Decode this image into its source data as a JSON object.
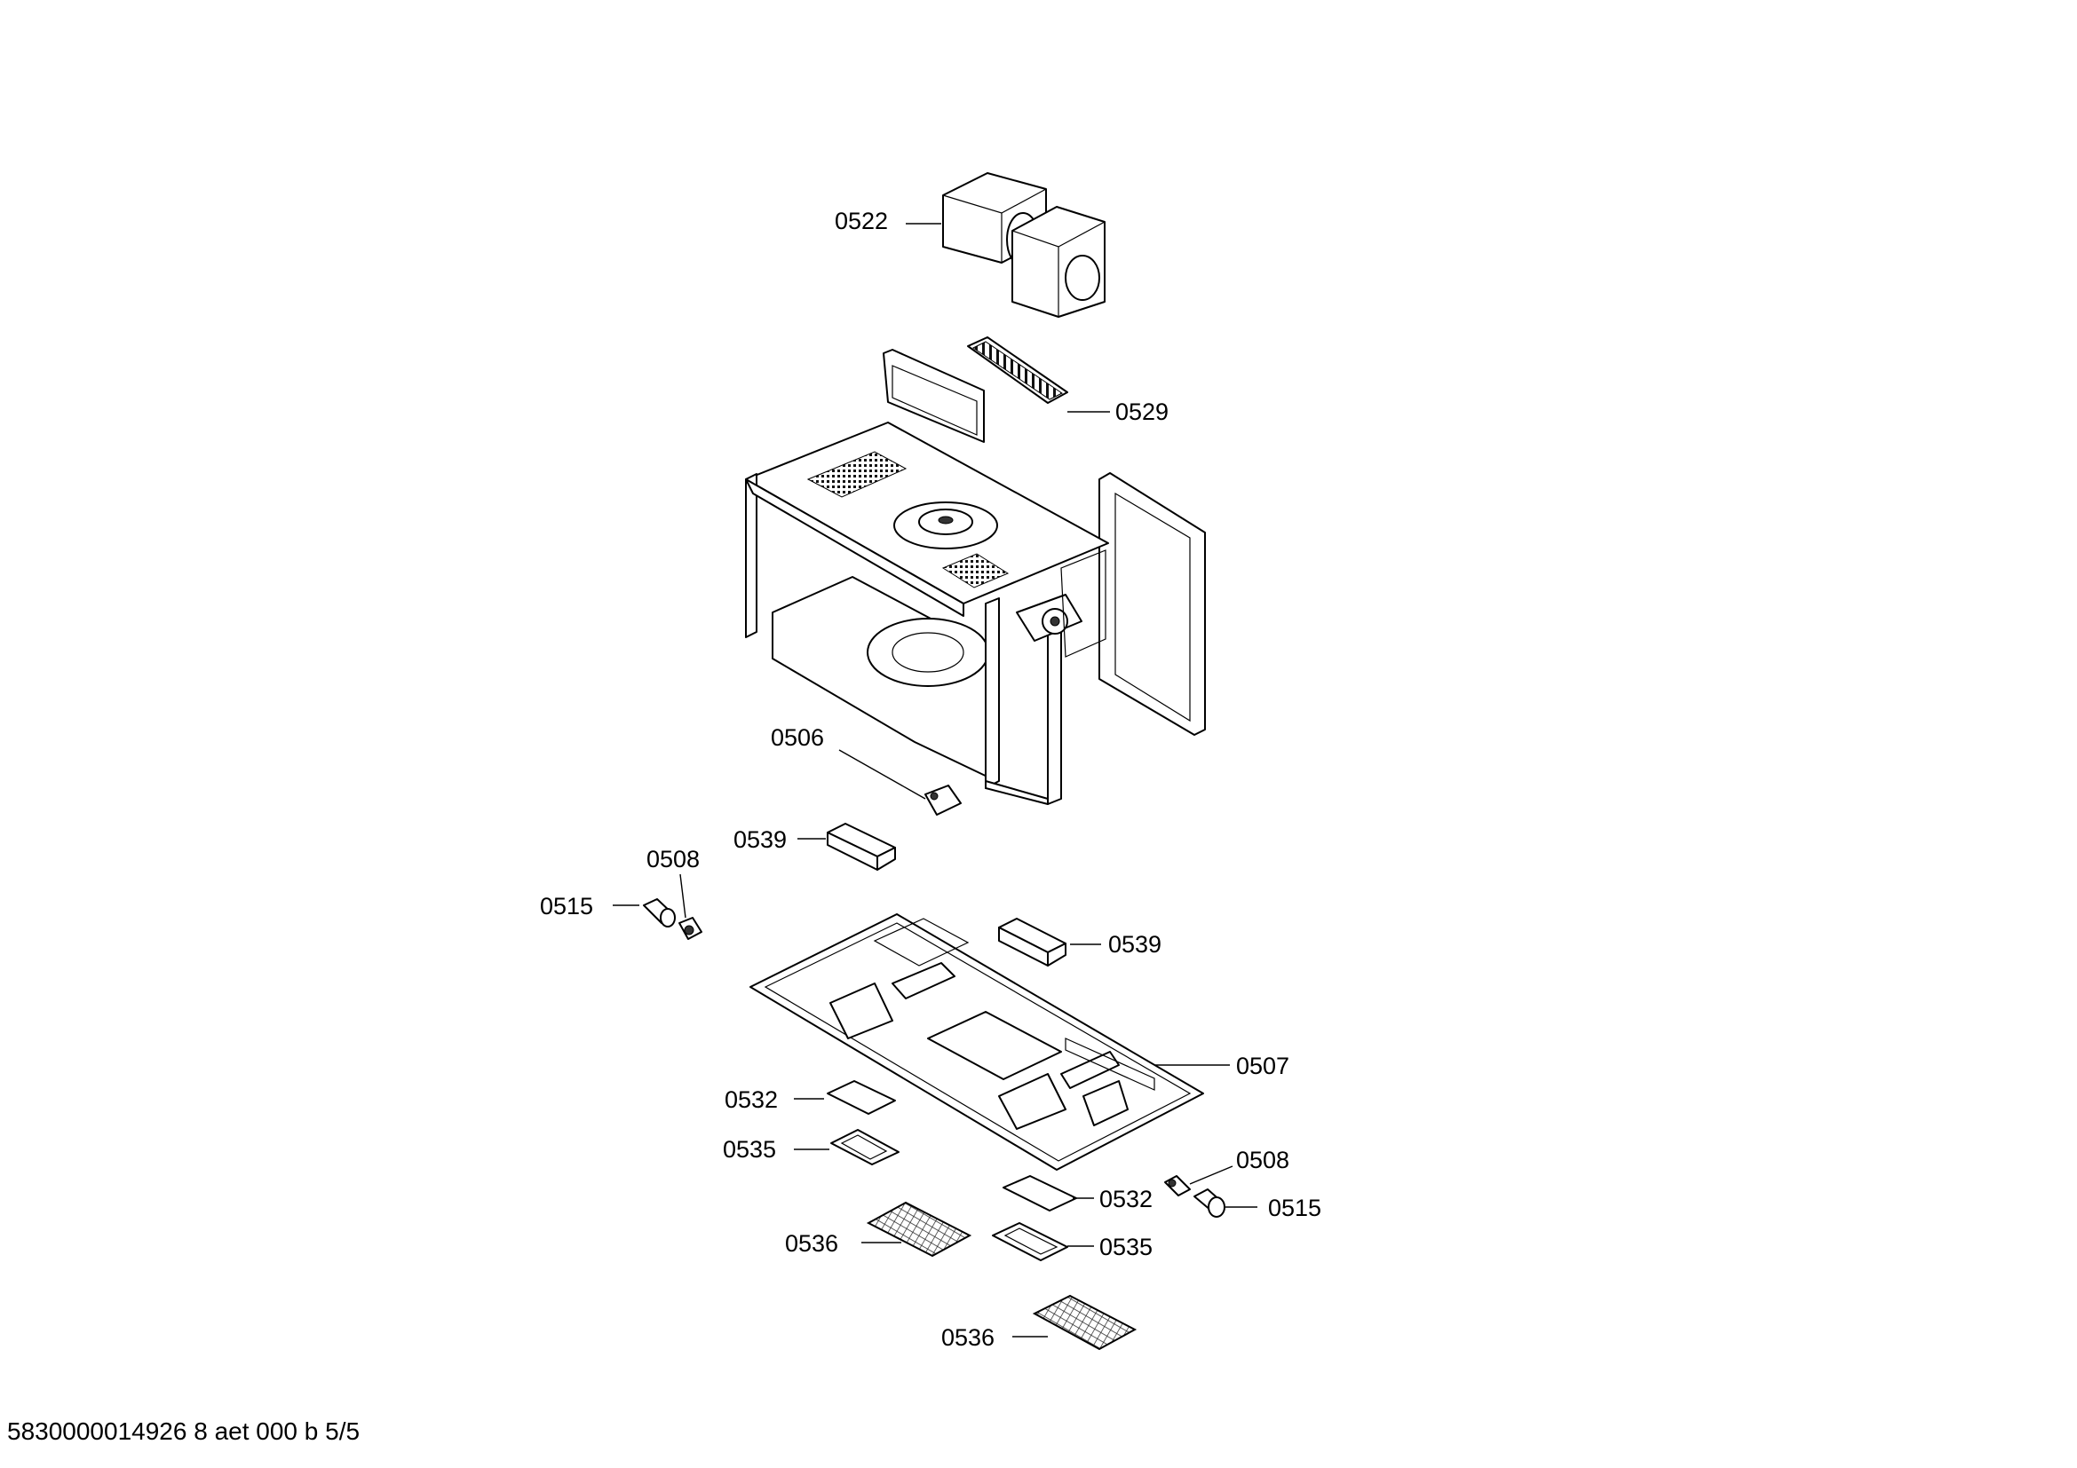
{
  "labels": [
    {
      "id": "0522a",
      "text": "0522"
    },
    {
      "id": "0529",
      "text": "0529"
    },
    {
      "id": "0506",
      "text": "0506"
    },
    {
      "id": "0539a",
      "text": "0539"
    },
    {
      "id": "0508a",
      "text": "0508"
    },
    {
      "id": "0515a",
      "text": "0515"
    },
    {
      "id": "0539b",
      "text": "0539"
    },
    {
      "id": "0507",
      "text": "0507"
    },
    {
      "id": "0532a",
      "text": "0532"
    },
    {
      "id": "0535a",
      "text": "0535"
    },
    {
      "id": "0508b",
      "text": "0508"
    },
    {
      "id": "0515b",
      "text": "0515"
    },
    {
      "id": "0532b",
      "text": "0532"
    },
    {
      "id": "0536a",
      "text": "0536"
    },
    {
      "id": "0535b",
      "text": "0535"
    },
    {
      "id": "0536b",
      "text": "0536"
    }
  ],
  "footer": "5830000014926 8 aet 000 b 5/5"
}
